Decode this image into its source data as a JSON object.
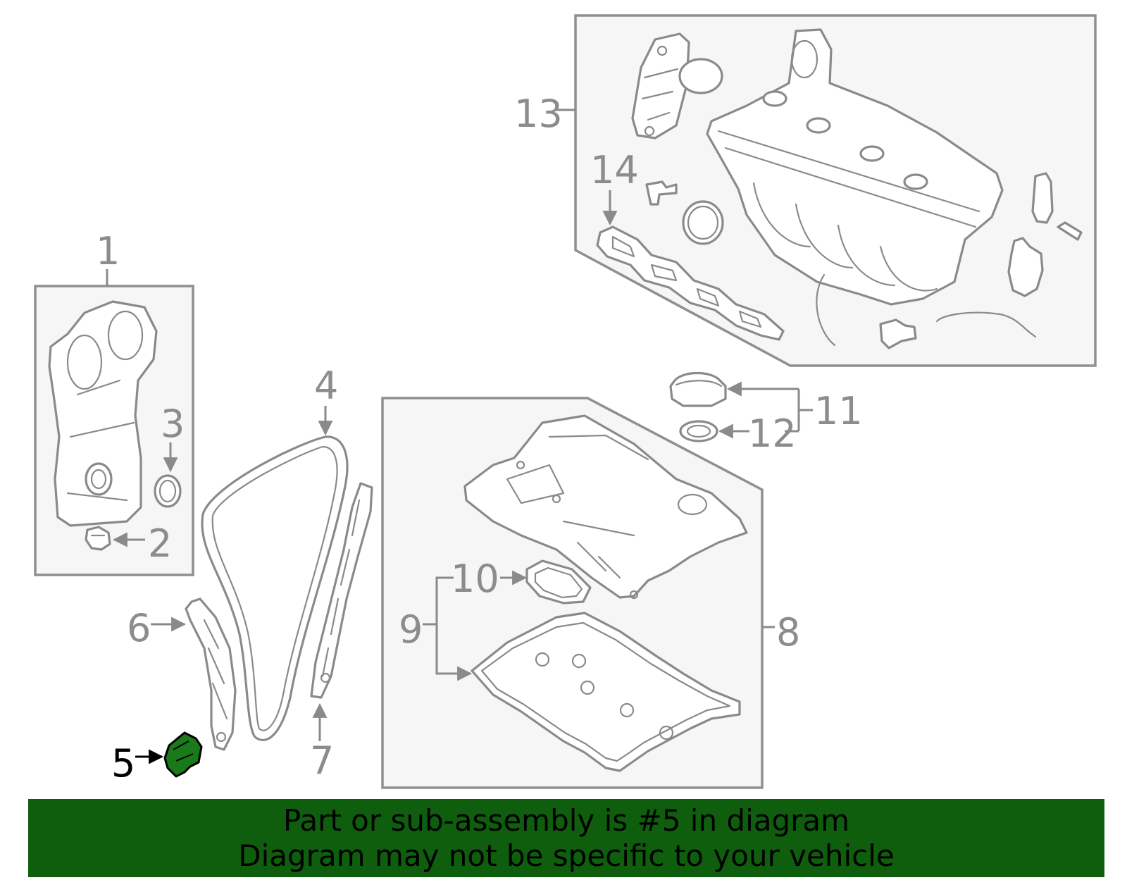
{
  "callouts": {
    "n1": "1",
    "n2": "2",
    "n3": "3",
    "n4": "4",
    "n5": "5",
    "n6": "6",
    "n7": "7",
    "n8": "8",
    "n9": "9",
    "n10": "10",
    "n11": "11",
    "n12": "12",
    "n13": "13",
    "n14": "14"
  },
  "highlight": {
    "part_number": "5",
    "color": "#1a7a1a",
    "banner_color": "#0e5e0e"
  },
  "banner": {
    "line1": "Part or sub-assembly is #5 in diagram",
    "line2": "Diagram may not be specific to your vehicle"
  }
}
